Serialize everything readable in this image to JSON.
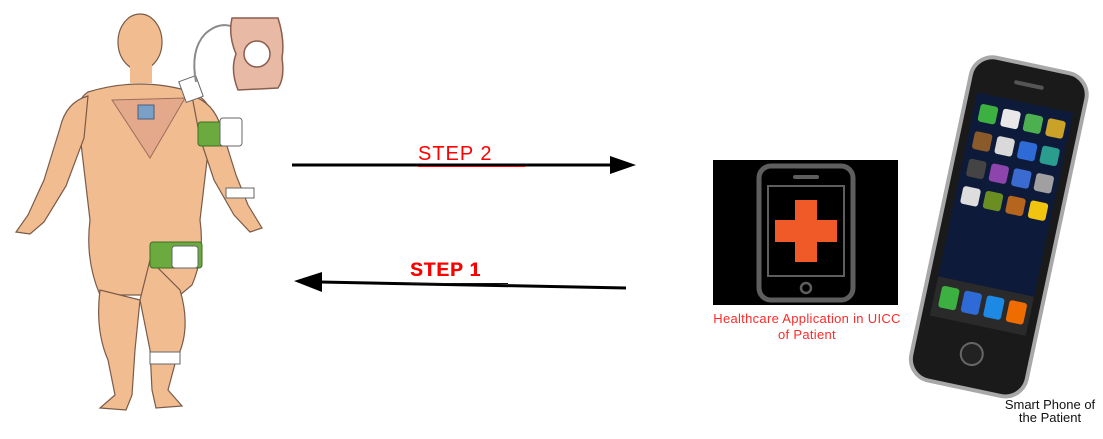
{
  "arrows": {
    "step2_label": "STEP 2",
    "step1_label": "STEP 1"
  },
  "app": {
    "label": "Healthcare Application in UICC of Patient",
    "icon": "medical-cross-phone-icon",
    "accent": "#f05a28"
  },
  "phone": {
    "label": "Smart Phone of the Patient",
    "icon": "smartphone-icon"
  },
  "patient": {
    "icon": "human-body-with-sensors-icon",
    "skin": "#f2bc91",
    "sensor_color": "#6aaa3f"
  }
}
